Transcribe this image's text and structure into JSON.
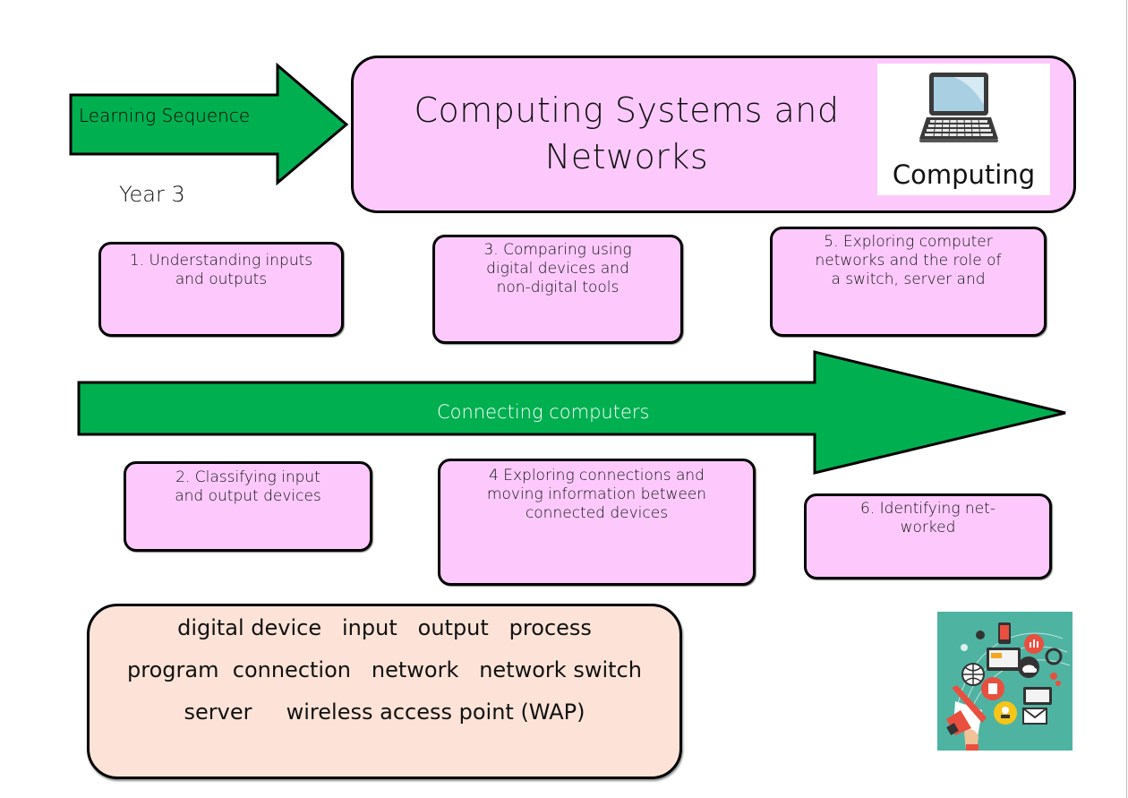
{
  "document": {
    "header_arrow_label": "Learning Sequence",
    "year_label": "Year 3",
    "title_lines": [
      "Computing Systems and",
      "Networks"
    ],
    "subject_card": {
      "icon": "laptop-icon",
      "label": "Computing"
    },
    "unit_arrow_label": "Connecting computers",
    "lessons": [
      {
        "number": 1,
        "text": "1. Understanding inputs\nand outputs"
      },
      {
        "number": 2,
        "text": "2. Classifying input\nand output devices"
      },
      {
        "number": 3,
        "text": "3. Comparing using\ndigital  devices and\nnon-digital tools"
      },
      {
        "number": 4,
        "text": "4 Exploring connections and\nmoving  information between\nconnected devices"
      },
      {
        "number": 5,
        "text": "5. Exploring computer\nnetworks and the role of\na switch, server and"
      },
      {
        "number": 6,
        "text": "6. Identifying net-\nworked"
      }
    ],
    "vocabulary_lines": [
      "digital device   input   output   process",
      "program  connection   network   network switch",
      "server     wireless access point (WAP)"
    ],
    "illustration": "digital-marketing-megaphone-illustration"
  },
  "colors": {
    "arrow_green": "#00b050",
    "lesson_pink": "#fdc9fc",
    "vocab_peach": "#fde3d7",
    "illustration_teal": "#4fb3a2",
    "arrow_text_white": "#ffffff"
  }
}
